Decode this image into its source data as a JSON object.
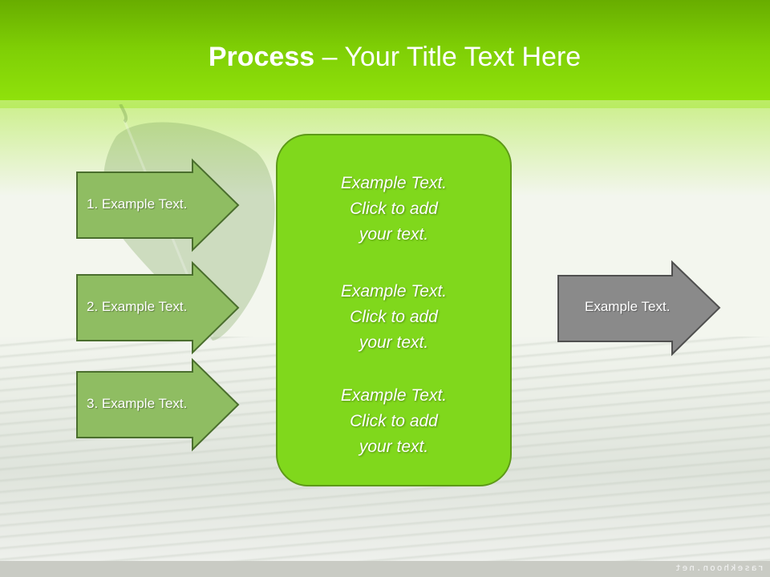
{
  "slide": {
    "title_bold": "Process",
    "title_rest": " – Your Title Text Here",
    "watermark": "rasekhoon.net"
  },
  "inputs": [
    {
      "label": "1. Example Text."
    },
    {
      "label": "2. Example Text."
    },
    {
      "label": "3. Example Text."
    }
  ],
  "center_blocks": [
    {
      "lines": [
        "Example Text.",
        "Click  to add",
        "your text."
      ]
    },
    {
      "lines": [
        "Example Text.",
        "Click  to add",
        "your text."
      ]
    },
    {
      "lines": [
        "Example Text.",
        "Click  to add",
        "your text."
      ]
    }
  ],
  "output": {
    "label": "Example Text."
  },
  "colors": {
    "header_green": "#7fcf05",
    "box_green": "#80d81c",
    "arrow_green": "#8fbd62",
    "arrow_gray": "#8a8a8a"
  }
}
